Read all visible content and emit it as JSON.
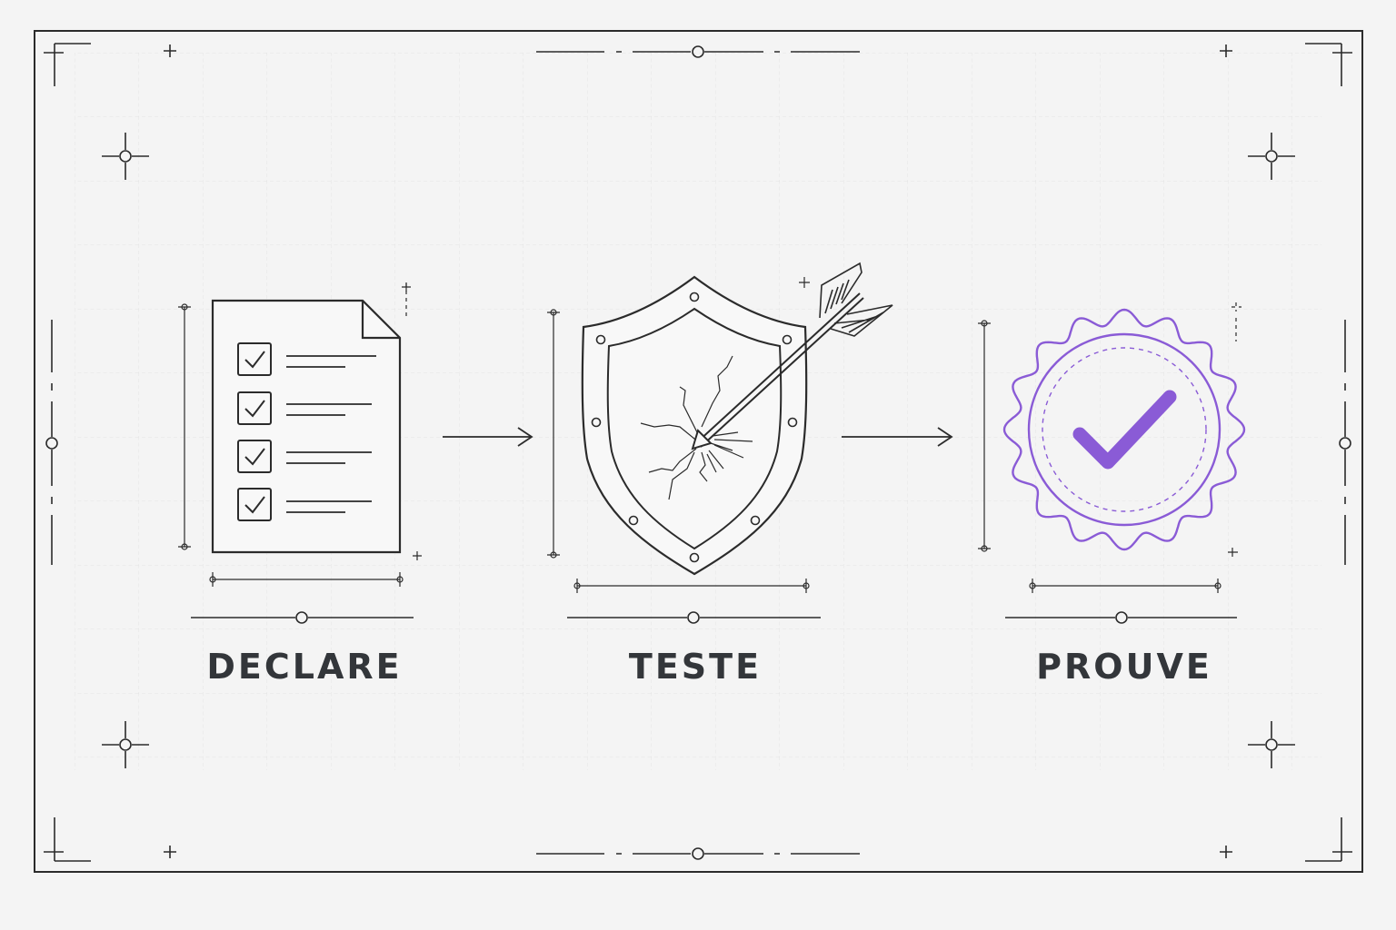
{
  "diagram": {
    "steps": [
      {
        "label": "DECLARE",
        "icon": "checklist-document-icon"
      },
      {
        "label": "TESTE",
        "icon": "shield-arrow-icon"
      },
      {
        "label": "PROUVE",
        "icon": "verified-badge-icon"
      }
    ],
    "connectors": [
      "arrow-right",
      "arrow-right"
    ],
    "colors": {
      "background": "#f4f4f4",
      "grid": "#e2e2e2",
      "ink": "#2b2b2b",
      "label": "#33363a",
      "accent": "#8a5bd6"
    }
  }
}
